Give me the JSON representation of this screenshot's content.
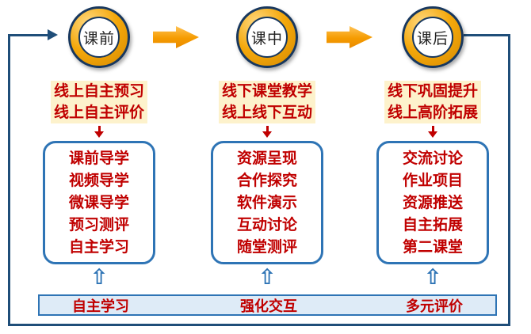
{
  "stages": [
    {
      "circle": "课前",
      "highlights": [
        "线上自主预习",
        "线上自主评价"
      ],
      "items": [
        "课前导学",
        "视频导学",
        "微课导学",
        "预习测评",
        "自主学习"
      ],
      "footer": "自主学习"
    },
    {
      "circle": "课中",
      "highlights": [
        "线下课堂教学",
        "线上线下互动"
      ],
      "items": [
        "资源呈现",
        "合作探究",
        "软件演示",
        "互动讨论",
        "随堂测评"
      ],
      "footer": "强化交互"
    },
    {
      "circle": "课后",
      "highlights": [
        "线下巩固提升",
        "线上高阶拓展"
      ],
      "items": [
        "交流讨论",
        "作业项目",
        "资源推送",
        "自主拓展",
        "第二课堂"
      ],
      "footer": "多元评价"
    }
  ],
  "icons": {
    "up_arrow": "⇧"
  },
  "colors": {
    "circle_ring": "#F4A80B",
    "circle_border": "#17375E",
    "flow_arrow": "#F59B00",
    "red_text": "#C00000",
    "highlight_bg": "#FDF2CC",
    "box_border": "#2E74B5",
    "bar_bg": "#DEEBF7",
    "loop_line": "#1F4E79"
  }
}
